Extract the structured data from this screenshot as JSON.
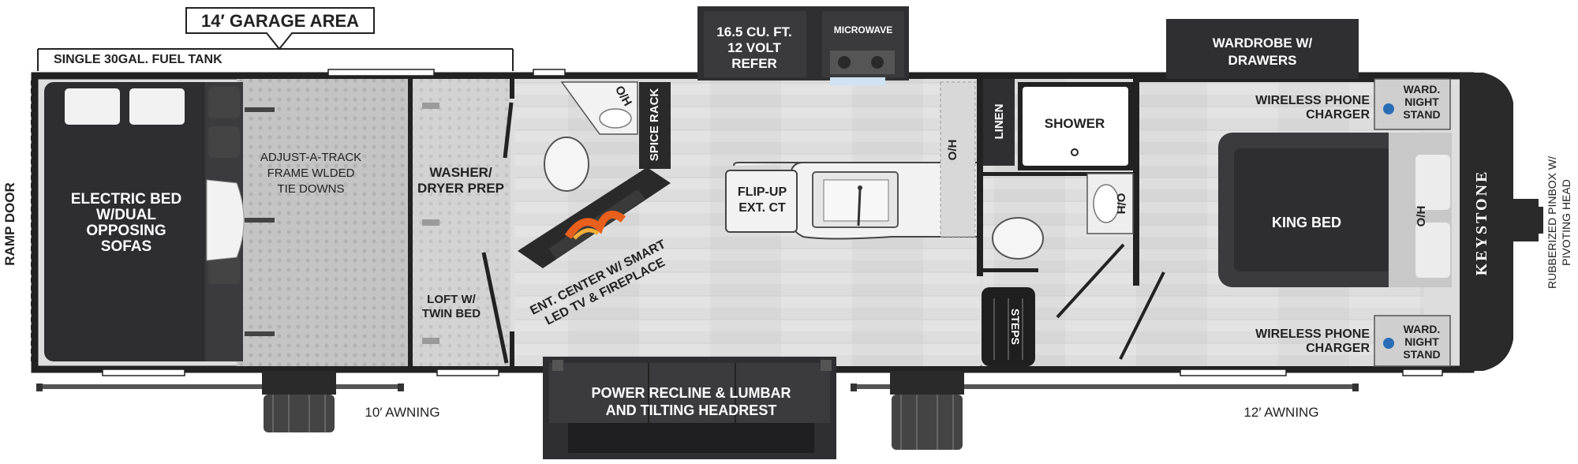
{
  "labels": {
    "garage_area": "14′ GARAGE AREA",
    "fuel_tank": "SINGLE 30GAL. FUEL TANK",
    "ramp_door": "RAMP DOOR",
    "electric_bed": [
      "ELECTRIC BED",
      "W/DUAL",
      "OPPOSING",
      "SOFAS"
    ],
    "adjust_a_track": [
      "ADJUST-A-TRACK",
      "FRAME WLDED",
      "TIE DOWNS"
    ],
    "washer_dryer": [
      "WASHER/",
      "DRYER PREP"
    ],
    "loft": [
      "LOFT W/",
      "TWIN BED"
    ],
    "oh": "O/H",
    "spice_rack": "SPICE RACK",
    "refer": [
      "16.5 CU. FT.",
      "12 VOLT",
      "REFER"
    ],
    "microwave": "MICROWAVE",
    "ent_center": [
      "ENT. CENTER W/ SMART",
      "LED TV & FIREPLACE"
    ],
    "flip_up": [
      "FLIP-UP",
      "EXT. CT"
    ],
    "linen": "LINEN",
    "shower": "SHOWER",
    "steps": "STEPS",
    "wardrobe": [
      "WARDROBE W/",
      "DRAWERS"
    ],
    "wireless_charger": [
      "WIRELESS PHONE",
      "CHARGER"
    ],
    "night_stand": [
      "WARD.",
      "NIGHT",
      "STAND"
    ],
    "king_bed": "KING BED",
    "keystone": "KEYSTONE",
    "pinbox": [
      "RUBBERIZED PINBOX W/",
      "PIVOTING HEAD"
    ],
    "awning_left": "10′ AWNING",
    "awning_right": "12′ AWNING",
    "sofa": [
      "POWER RECLINE & LUMBAR",
      "AND TILTING HEADREST"
    ]
  },
  "colors": {
    "wall": "#222222",
    "floor": "#dcdcdc",
    "garage_floor": "#c6c6c6",
    "dark_fixture": "#3b3b3d",
    "accent_blue": "#2a6db5",
    "fire": "#e8601c"
  }
}
